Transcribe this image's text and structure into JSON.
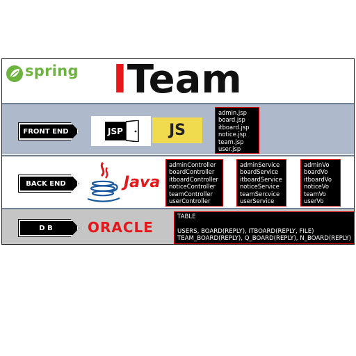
{
  "header": {
    "logo_text": "spring",
    "title_accent": "I",
    "title_rest": "Team"
  },
  "frontend": {
    "label": "FRONT END",
    "jsp_logo": "JSP",
    "js_logo": "JS",
    "files": [
      "admin.jsp",
      "board.jsp",
      "itboard.jsp",
      "notice.jsp",
      "team.jsp",
      "user.jsp"
    ]
  },
  "backend": {
    "label": "BACK END",
    "java_logo": "Java",
    "controllers": [
      "adminController",
      "boardController",
      "itboardController",
      "noticeController",
      "teamController",
      "userController"
    ],
    "services": [
      "adminService",
      "boardService",
      "itboardService",
      "noticeService",
      "teamSercvice",
      "userService"
    ],
    "vos": [
      "adminVo",
      "boardVo",
      "itboardVo",
      "noticeVo",
      "teamVo",
      "userVo"
    ]
  },
  "db": {
    "label": "D B",
    "oracle_logo": "ORACLE",
    "table_heading": "TABLE",
    "table_line1": "USERS, BOARD(REPLY), ITBOARD(REPLY, FILE)",
    "table_line2": "TEAM_BOARD(REPLY), Q_BOARD(REPLY), N_BOARD(REPLY)"
  },
  "colors": {
    "spring_green": "#6db33f",
    "accent_red": "#e4171b",
    "js_yellow": "#f0db4f",
    "band_blue": "#aebacb",
    "band_gray": "#c5c5c5"
  }
}
